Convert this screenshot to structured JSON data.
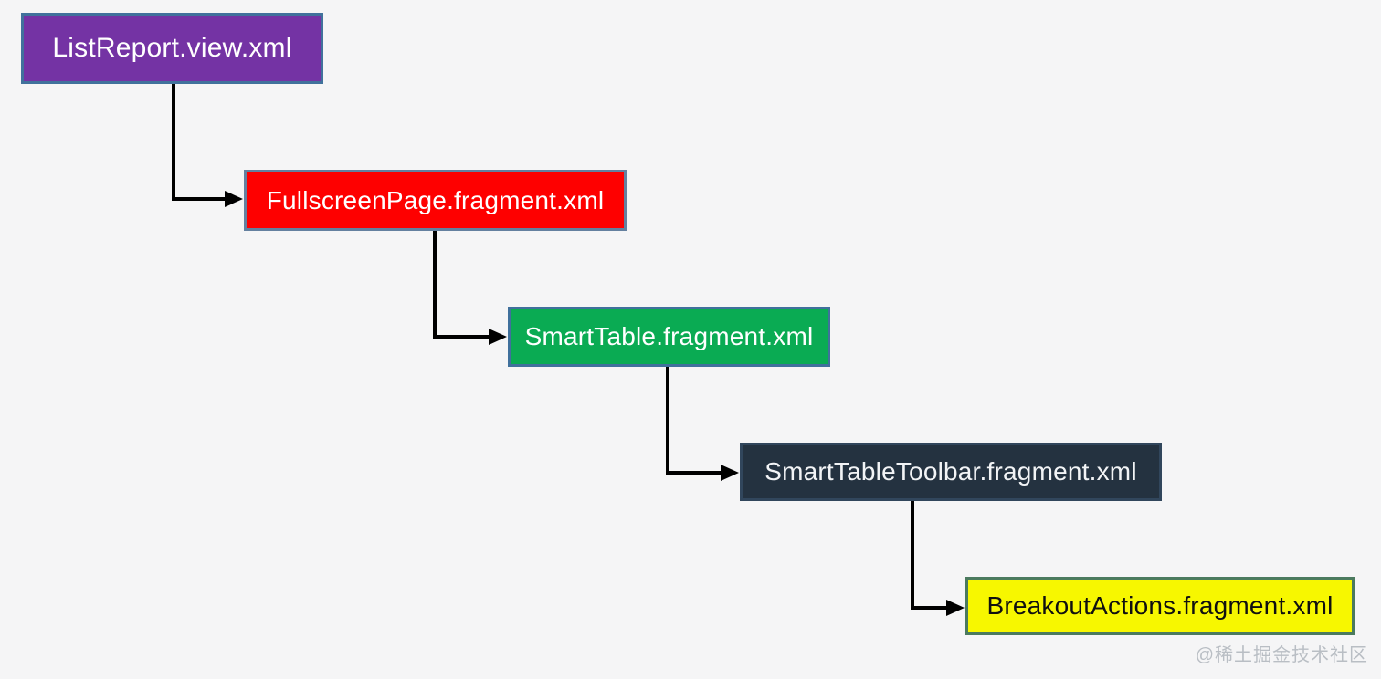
{
  "diagram": {
    "background_color": "#f5f5f6",
    "arrow_color": "#000000",
    "nodes": [
      {
        "id": "list-report-view",
        "label": "ListReport.view.xml",
        "fill": "#7433a4",
        "border": "#41719c",
        "text_color": "#ffffff"
      },
      {
        "id": "fullscreen-page-fragment",
        "label": "FullscreenPage.fragment.xml",
        "fill": "#fe0000",
        "border": "#64809f",
        "text_color": "#ffffff"
      },
      {
        "id": "smart-table-fragment",
        "label": "SmartTable.fragment.xml",
        "fill": "#0aab53",
        "border": "#40709c",
        "text_color": "#ffffff"
      },
      {
        "id": "smart-table-toolbar-fragment",
        "label": "SmartTableToolbar.fragment.xml",
        "fill": "#243240",
        "border": "#31465c",
        "text_color": "#f2f4f6"
      },
      {
        "id": "breakout-actions-fragment",
        "label": "BreakoutActions.fragment.xml",
        "fill": "#f7f700",
        "border": "#4b7a5e",
        "text_color": "#101010"
      }
    ],
    "edges": [
      {
        "from": "ListReport.view.xml",
        "to": "FullscreenPage.fragment.xml"
      },
      {
        "from": "FullscreenPage.fragment.xml",
        "to": "SmartTable.fragment.xml"
      },
      {
        "from": "SmartTable.fragment.xml",
        "to": "SmartTableToolbar.fragment.xml"
      },
      {
        "from": "SmartTableToolbar.fragment.xml",
        "to": "BreakoutActions.fragment.xml"
      }
    ],
    "watermark": "@稀土掘金技术社区"
  }
}
